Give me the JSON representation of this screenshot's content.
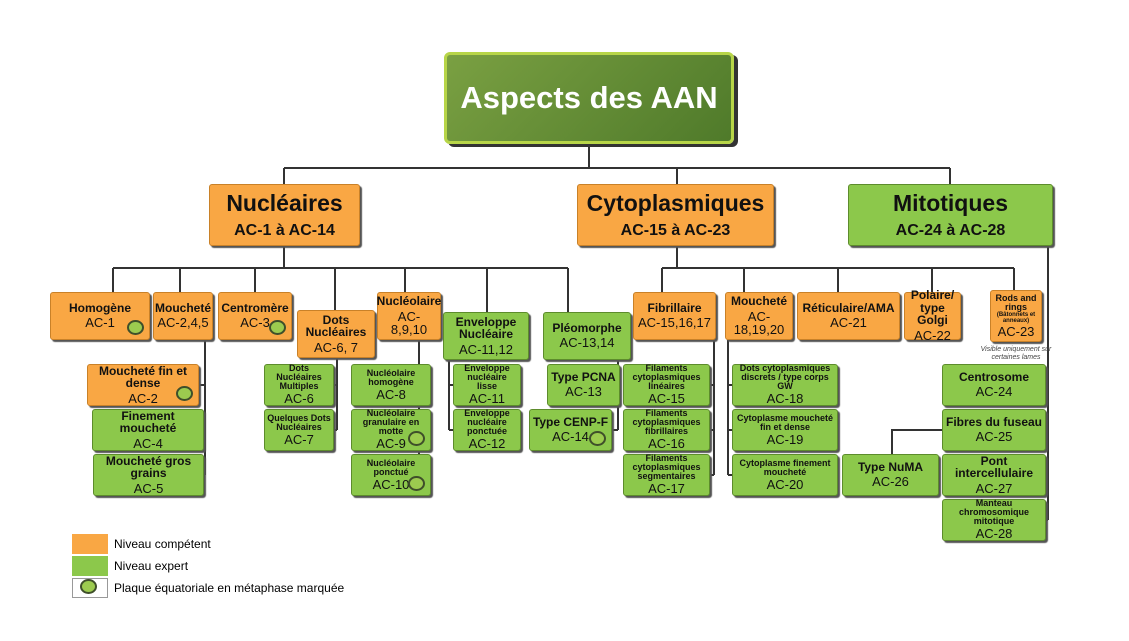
{
  "title": "Aspects des AAN",
  "colors": {
    "competent": "#f9a744",
    "expert": "#8cc84b",
    "title": "#5f8a2f"
  },
  "nodes": {
    "nucleaires": {
      "label": "Nucléaires",
      "code": "AC-1 à AC-14",
      "level": "competent"
    },
    "cytoplasmiques": {
      "label": "Cytoplasmiques",
      "code": "AC-15 à AC-23",
      "level": "competent"
    },
    "mitotiques": {
      "label": "Mitotiques",
      "code": "AC-24 à AC-28",
      "level": "expert"
    },
    "homogene": {
      "label": "Homogène",
      "code": "AC-1",
      "level": "competent",
      "marker": true
    },
    "mouchete": {
      "label": "Moucheté",
      "code": "AC-2,4,5",
      "level": "competent"
    },
    "centromere": {
      "label": "Centromère",
      "code": "AC-3",
      "level": "competent",
      "marker": true
    },
    "dots": {
      "label": "Dots Nucléaires",
      "code": "AC-6, 7",
      "level": "competent"
    },
    "nucleolaire": {
      "label": "Nucléolaire",
      "code": "AC-8,9,10",
      "level": "competent"
    },
    "enveloppe": {
      "label": "Enveloppe Nucléaire",
      "code": "AC-11,12",
      "level": "expert"
    },
    "pleomorphe": {
      "label": "Pléomorphe",
      "code": "AC-13,14",
      "level": "expert"
    },
    "fibrillaire": {
      "label": "Fibrillaire",
      "code": "AC-15,16,17",
      "level": "competent"
    },
    "mouchete_cyto": {
      "label": "Moucheté",
      "code": "AC-18,19,20",
      "level": "competent"
    },
    "reticulaire": {
      "label": "Réticulaire/AMA",
      "code": "AC-21",
      "level": "competent"
    },
    "polaire": {
      "label": "Polaire/ type Golgi",
      "code": "AC-22",
      "level": "competent"
    },
    "rods": {
      "label": "Rods and rings",
      "sublabel": "(Bâtonnets et anneaux)",
      "code": "AC-23",
      "level": "competent",
      "note": "Visible uniquement sur certaines lames"
    },
    "mouchete_fin": {
      "label": "Moucheté fin et dense",
      "code": "AC-2",
      "level": "competent",
      "marker": true
    },
    "finement": {
      "label": "Finement moucheté",
      "code": "AC-4",
      "level": "expert"
    },
    "gros_grains": {
      "label": "Moucheté gros grains",
      "code": "AC-5",
      "level": "expert"
    },
    "dots_multiples": {
      "label": "Dots Nucléaires Multiples",
      "code": "AC-6",
      "level": "expert"
    },
    "quelques_dots": {
      "label": "Quelques Dots Nucléaires",
      "code": "AC-7",
      "level": "expert"
    },
    "nucl_homogene": {
      "label": "Nucléolaire homogène",
      "code": "AC-8",
      "level": "expert"
    },
    "nucl_granulaire": {
      "label": "Nucléolaire granulaire en motte",
      "code": "AC-9",
      "level": "expert",
      "marker": true
    },
    "nucl_ponctue": {
      "label": "Nucléolaire ponctué",
      "code": "AC-10",
      "level": "expert",
      "marker": true
    },
    "env_lisse": {
      "label": "Enveloppe nucléaire lisse",
      "code": "AC-11",
      "level": "expert"
    },
    "env_ponctuee": {
      "label": "Enveloppe nucléaire ponctuée",
      "code": "AC-12",
      "level": "expert"
    },
    "pcna": {
      "label": "Type PCNA",
      "code": "AC-13",
      "level": "expert"
    },
    "cenpf": {
      "label": "Type CENP-F",
      "code": "AC-14",
      "level": "expert",
      "marker": true
    },
    "fil_lineaires": {
      "label": "Filaments cytoplasmiques linéaires",
      "code": "AC-15",
      "level": "expert"
    },
    "fil_fibrillaires": {
      "label": "Filaments cytoplasmiques fibrillaires",
      "code": "AC-16",
      "level": "expert"
    },
    "fil_segmentaires": {
      "label": "Filaments cytoplasmiques segmentaires",
      "code": "AC-17",
      "level": "expert"
    },
    "dots_gw": {
      "label": "Dots cytoplasmiques discrets / type corps GW",
      "code": "AC-18",
      "level": "expert"
    },
    "cyto_fin_dense": {
      "label": "Cytoplasme moucheté fin et dense",
      "code": "AC-19",
      "level": "expert"
    },
    "cyto_finement": {
      "label": "Cytoplasme finement moucheté",
      "code": "AC-20",
      "level": "expert"
    },
    "centrosome": {
      "label": "Centrosome",
      "code": "AC-24",
      "level": "expert"
    },
    "fibres": {
      "label": "Fibres du fuseau",
      "code": "AC-25",
      "level": "expert"
    },
    "numa": {
      "label": "Type NuMA",
      "code": "AC-26",
      "level": "expert"
    },
    "pont": {
      "label": "Pont intercellulaire",
      "code": "AC-27",
      "level": "expert"
    },
    "manteau": {
      "label": "Manteau chromosomique mitotique",
      "code": "AC-28",
      "level": "expert"
    }
  },
  "legend": [
    {
      "label": "Niveau compétent",
      "swatch": "competent"
    },
    {
      "label": "Niveau expert",
      "swatch": "expert"
    },
    {
      "label": "Plaque équatoriale en métaphase marquée",
      "swatch": "marker"
    }
  ]
}
